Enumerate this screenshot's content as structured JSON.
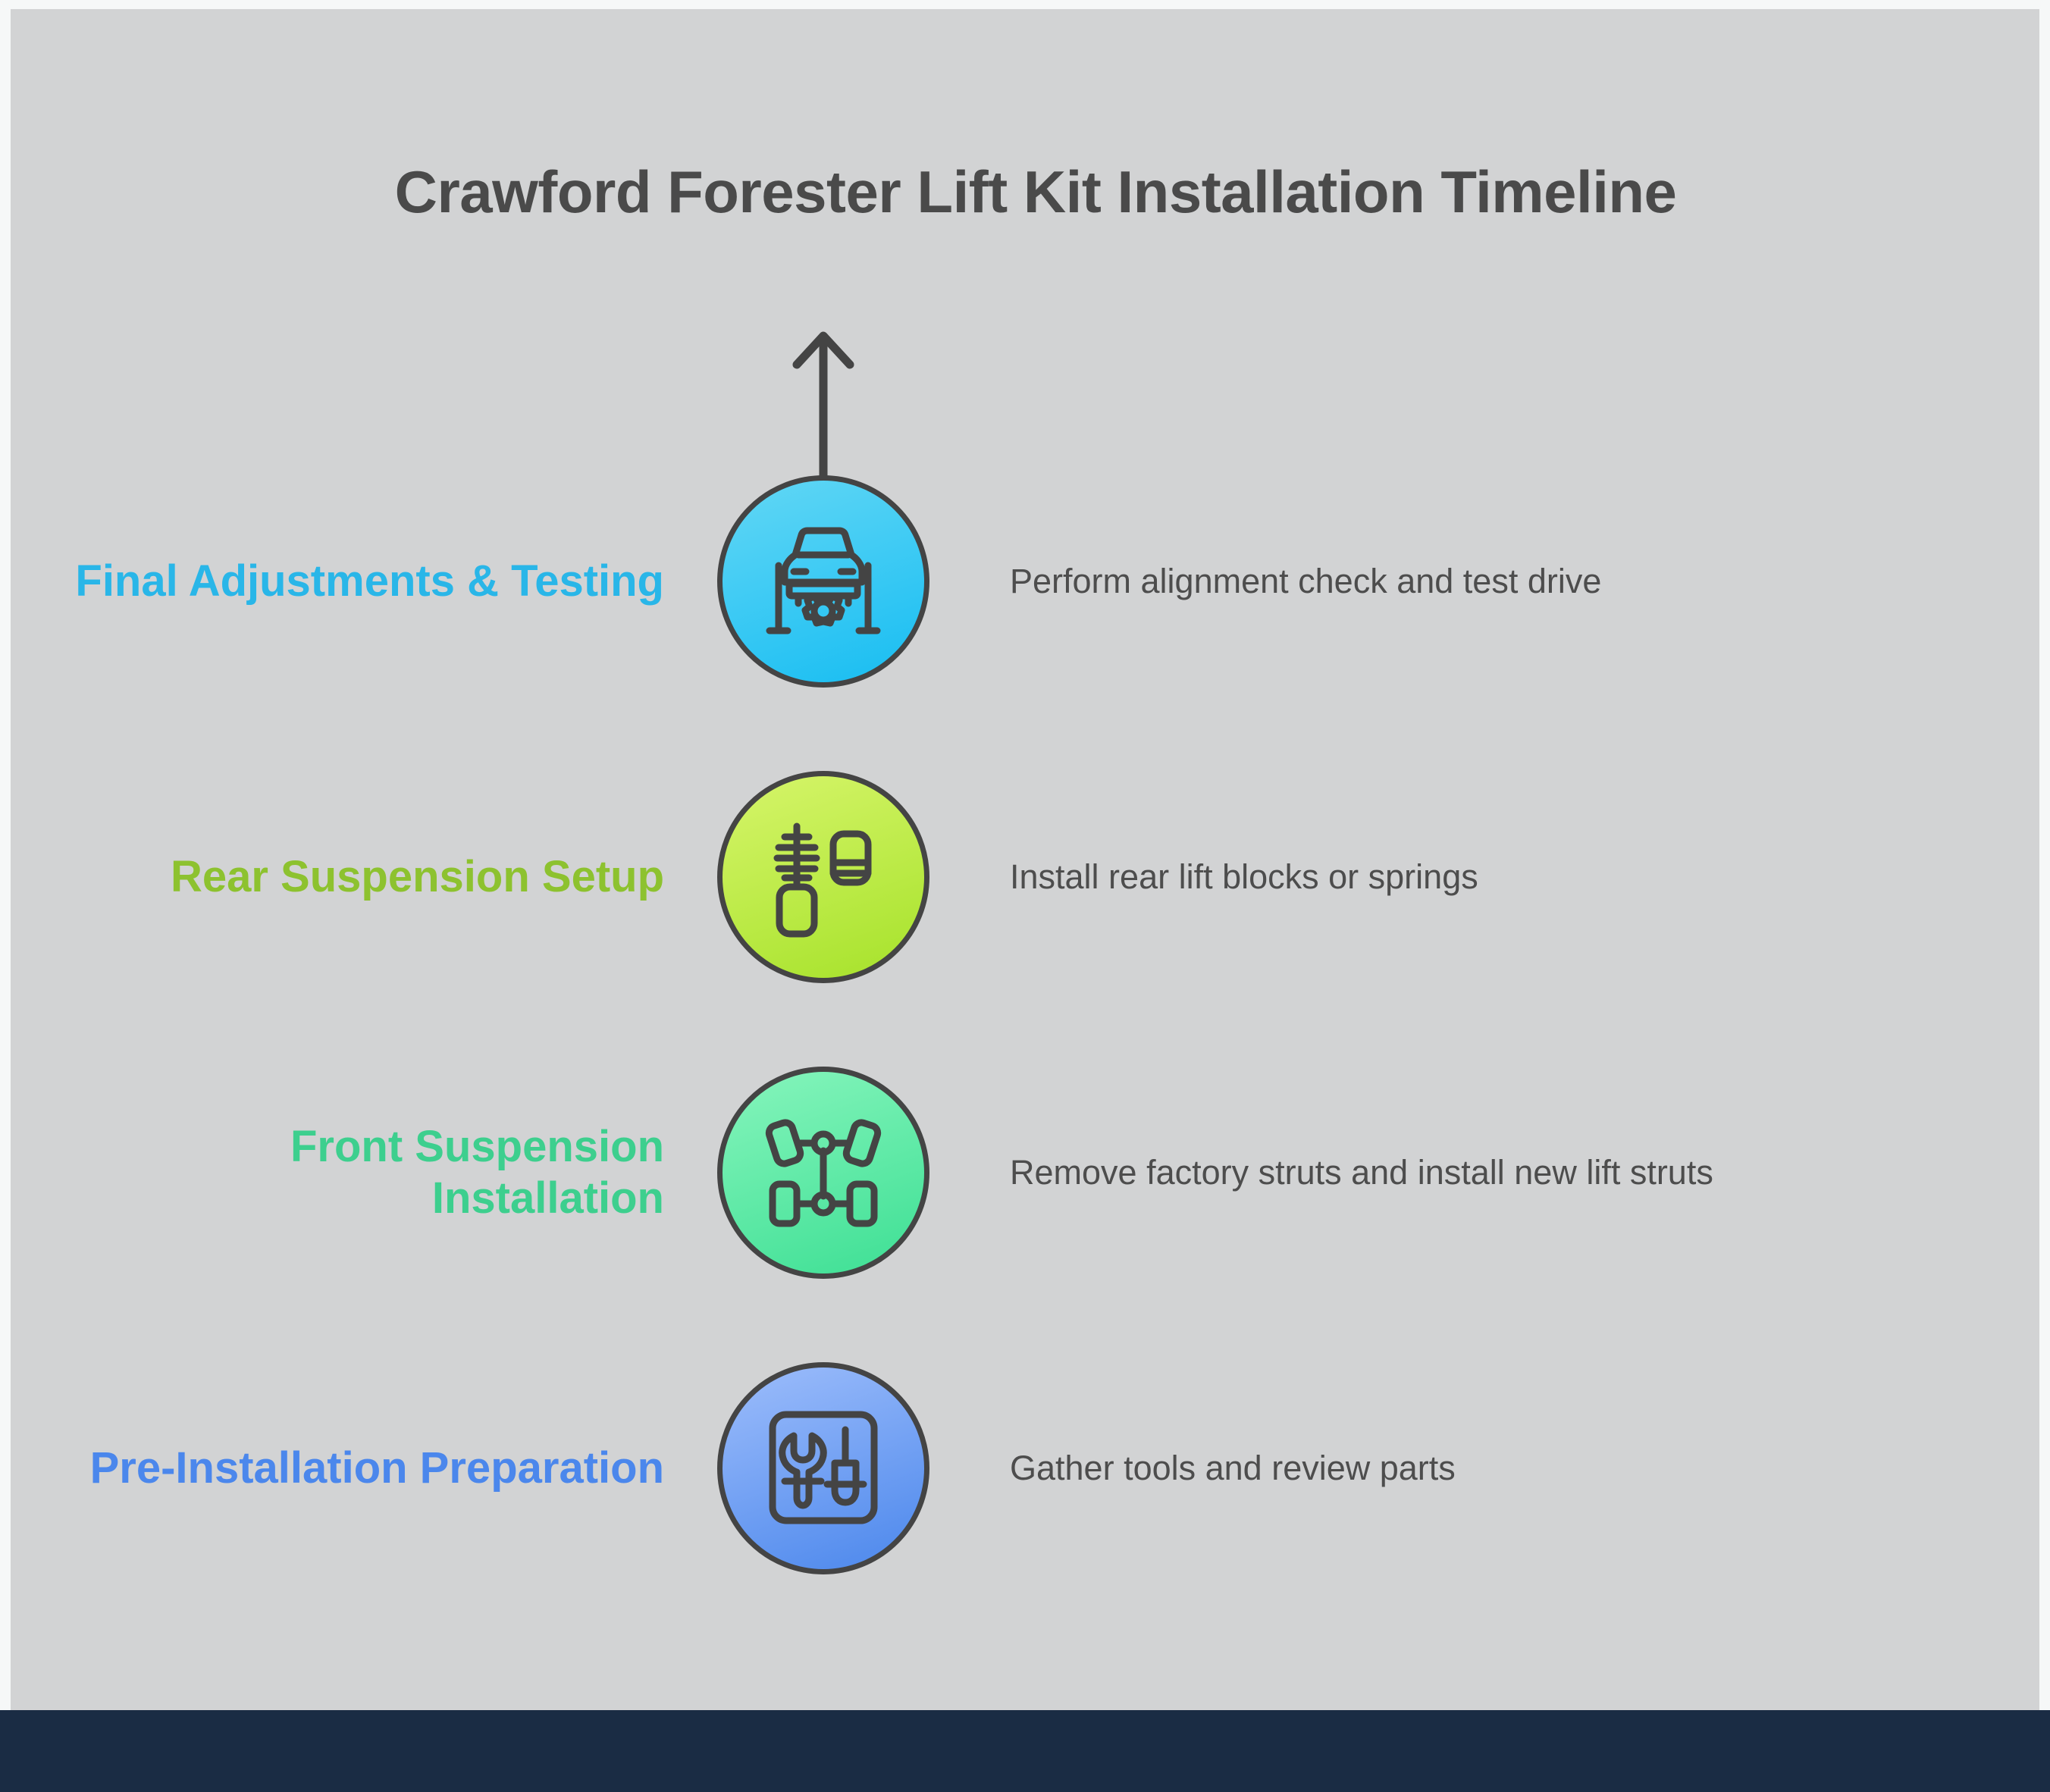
{
  "title": "Crawford Forester Lift Kit Installation Timeline",
  "colors": {
    "page_border": "#f6f8f8",
    "canvas_background": "#d2d3d4",
    "footer_bar": "#1a2c44",
    "title_text": "#4a4a4a",
    "description_text": "#4d4d4d",
    "icon_stroke": "#444444"
  },
  "steps": [
    {
      "label": "Final Adjustments & Testing",
      "description": "Perform alignment check and test drive",
      "label_color": "#29b6e8",
      "circle_from": "#62d7f5",
      "circle_to": "#17bdf2",
      "icon": "car-lift-gear-icon",
      "has_arrow": true
    },
    {
      "label": "Rear Suspension Setup",
      "description": "Install rear lift blocks or springs",
      "label_color": "#8dc22f",
      "circle_from": "#d6f56a",
      "circle_to": "#a6e22a",
      "icon": "coilover-shock-block-icon",
      "has_arrow": false
    },
    {
      "label": "Front Suspension Installation",
      "description": "Remove factory struts and install new lift struts",
      "label_color": "#3dcf8e",
      "circle_from": "#86f5bc",
      "circle_to": "#3ddf94",
      "icon": "wheel-alignment-chassis-icon",
      "has_arrow": false
    },
    {
      "label": "Pre-Installation Preparation",
      "description": "Gather tools and review parts",
      "label_color": "#4b87ec",
      "circle_from": "#9dbdfb",
      "circle_to": "#4b87ec",
      "icon": "toolbox-wrench-screwdriver-icon",
      "has_arrow": false
    }
  ]
}
